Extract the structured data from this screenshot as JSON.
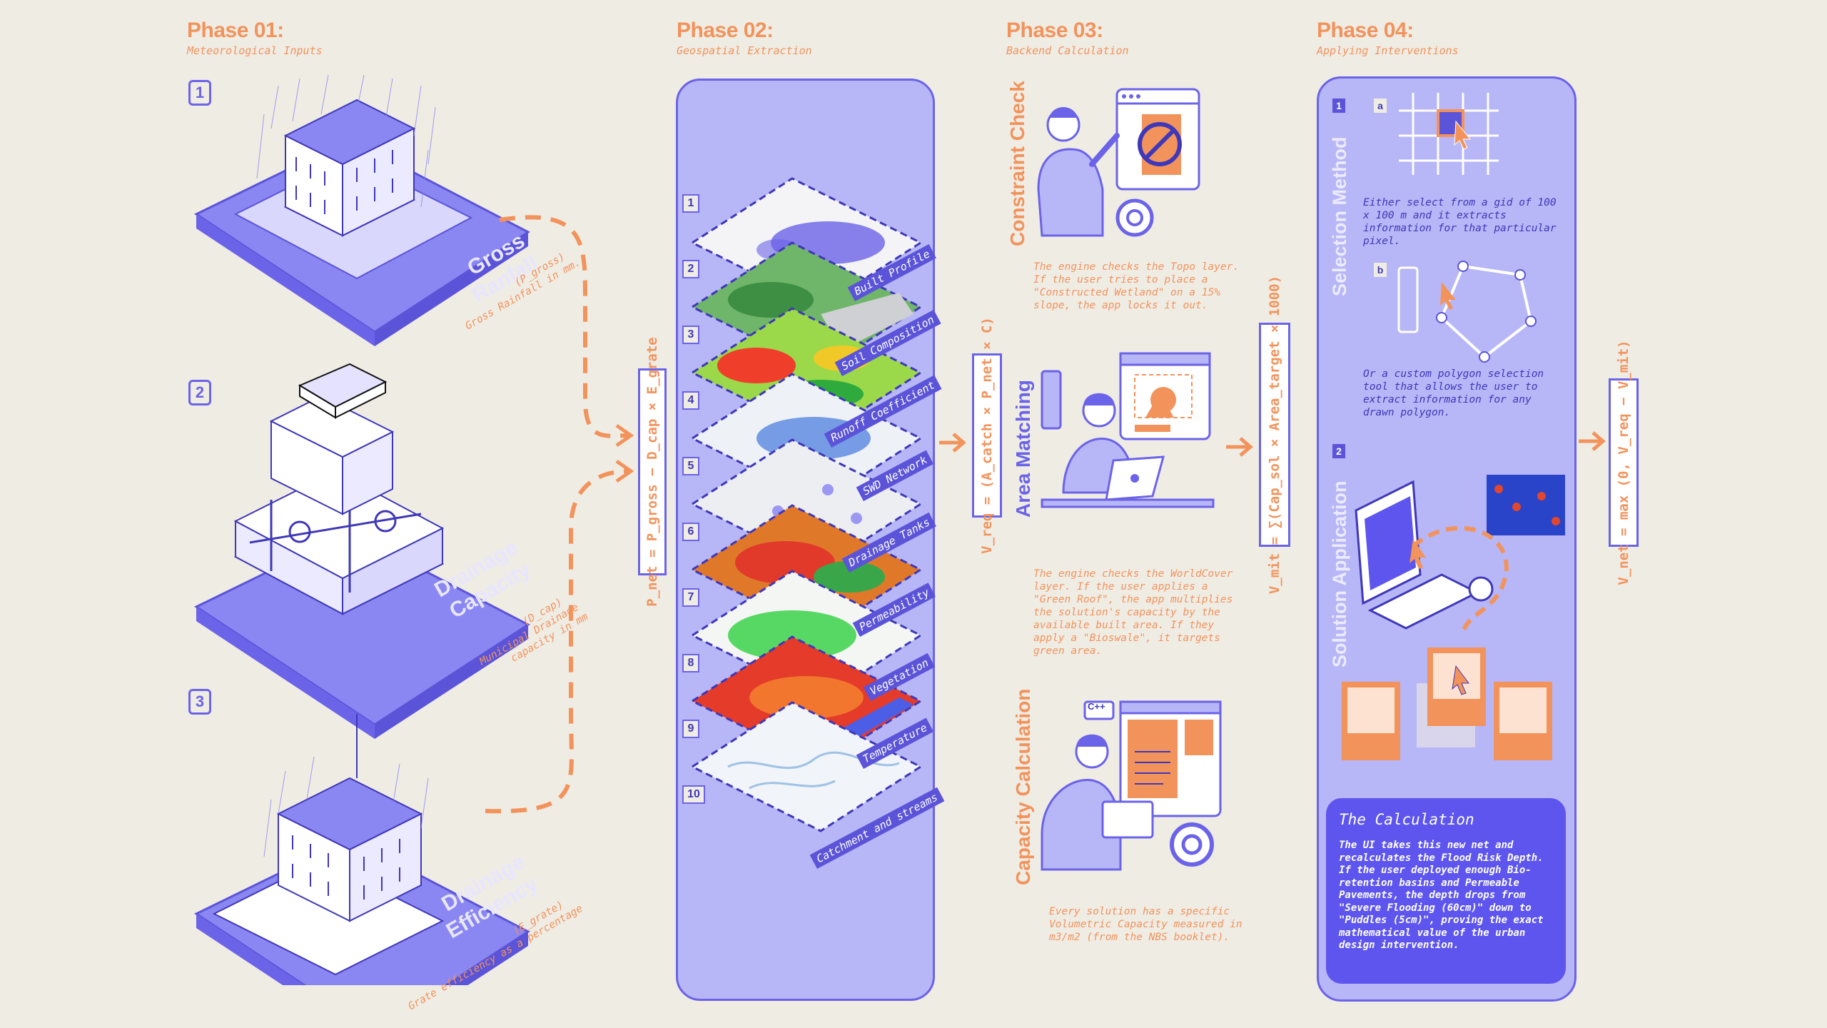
{
  "phases": [
    {
      "title": "Phase 01:",
      "subtitle": "Meteorological Inputs"
    },
    {
      "title": "Phase 02:",
      "subtitle": "Geospatial Extraction"
    },
    {
      "title": "Phase 03:",
      "subtitle": "Backend Calculation"
    },
    {
      "title": "Phase 04:",
      "subtitle": "Applying Interventions"
    }
  ],
  "phase1": {
    "items": [
      {
        "num": "1",
        "label_line1": "Gross",
        "label_line2": "Ranfall",
        "symbol": "(P_gross)",
        "desc": "Gross Rainfall in mm."
      },
      {
        "num": "2",
        "label_line1": "Drainage",
        "label_line2": "Capacity",
        "symbol": "(D_cap)",
        "desc_line1": "Municipal Drainage",
        "desc_line2": "capacity in mm"
      },
      {
        "num": "3",
        "label_line1": "Drainage",
        "label_line2": "Efficiency",
        "symbol": "(E_grate)",
        "desc": "Grate efficiency as a percentage"
      }
    ],
    "formula": "P_net = P_gross − D_cap × E_grate"
  },
  "phase2": {
    "layers": [
      {
        "num": "1",
        "label": "Built Profile"
      },
      {
        "num": "2",
        "label": "Soil Composition"
      },
      {
        "num": "3",
        "label": "Runoff Coefficient"
      },
      {
        "num": "4",
        "label": "SWD Network"
      },
      {
        "num": "5",
        "label": "Drainage Tanks"
      },
      {
        "num": "6",
        "label": "Permeability"
      },
      {
        "num": "7",
        "label": "Vegetation"
      },
      {
        "num": "8",
        "label": "Temperature"
      },
      {
        "num": "9",
        "label": "Catchment and streams"
      },
      {
        "num": "10",
        "label": ""
      }
    ],
    "formula": "V_req = (A_catch × P_net × C)"
  },
  "phase3": {
    "sections": [
      {
        "title": "Constraint Check",
        "note": "The engine checks the Topo layer. If the user tries to place a \"Constructed Wetland\" on a 15% slope, the app locks it out."
      },
      {
        "title": "Area Matching",
        "note": "The engine checks the WorldCover layer. If the user applies a \"Green Roof\", the app multiplies the solution's capacity by the available built area. If they apply a \"Bioswale\", it targets green area."
      },
      {
        "title": "Capacity Calculation",
        "note": "Every solution has a specific Volumetric Capacity measured in m3/m2 (from the NBS booklet)."
      }
    ],
    "formula": "V_mit = ∑(Cap_sol × Area_target × 1000)",
    "code_tag": "C++"
  },
  "phase4": {
    "selection_title": "Selection Method",
    "application_title": "Solution Application",
    "badge1": "1",
    "badge2": "2",
    "option_a": "a",
    "option_b": "b",
    "note_a": "Either select from a gid of 100 x 100 m and it extracts information for that particular pixel.",
    "note_b": "Or a custom polygon selection tool that allows the user to extract information for any drawn polygon.",
    "calc_title": "The Calculation",
    "calc_body": "The UI takes this new net and recalculates the Flood Risk Depth. If the user deployed enough Bio-retention basins and Permeable Pavements, the depth drops from \"Severe Flooding (60cm)\" down to \"Puddles (5cm)\", proving the exact mathematical value of the urban design intervention.",
    "formula": "V_net = max (0, V_req − V_mit)"
  },
  "colors": {
    "background": "#efece4",
    "accent_orange": "#f2935c",
    "panel": "#b7b6f7",
    "stroke": "#6b63e8",
    "dark_blue": "#5d55ee"
  }
}
